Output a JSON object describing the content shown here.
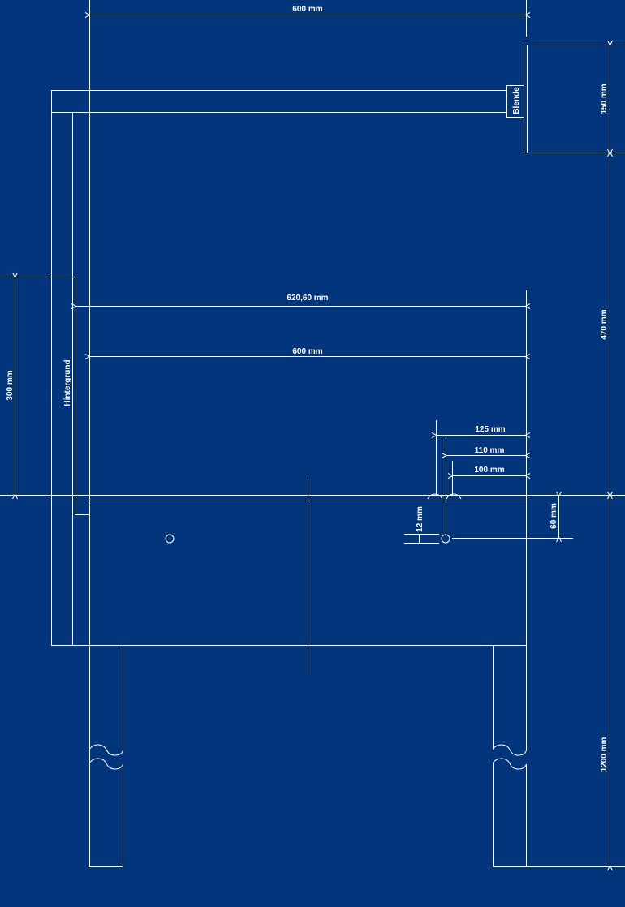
{
  "drawing": {
    "background_color": "#03357c",
    "line_color": "#ffffff",
    "labels": {
      "blende": "Blende",
      "hintergrund": "Hintergrund"
    },
    "dimensions": {
      "top_width": "600 mm",
      "blende_height": "150 mm",
      "mid_height": "470 mm",
      "leg_height": "1200 mm",
      "background_height": "300 mm",
      "background_width": "620,60 mm",
      "inner_width": "600 mm",
      "dist_125": "125 mm",
      "dist_110": "110 mm",
      "dist_100": "100 mm",
      "hole_diameter": "12 mm",
      "hole_depth": "60 mm"
    }
  }
}
